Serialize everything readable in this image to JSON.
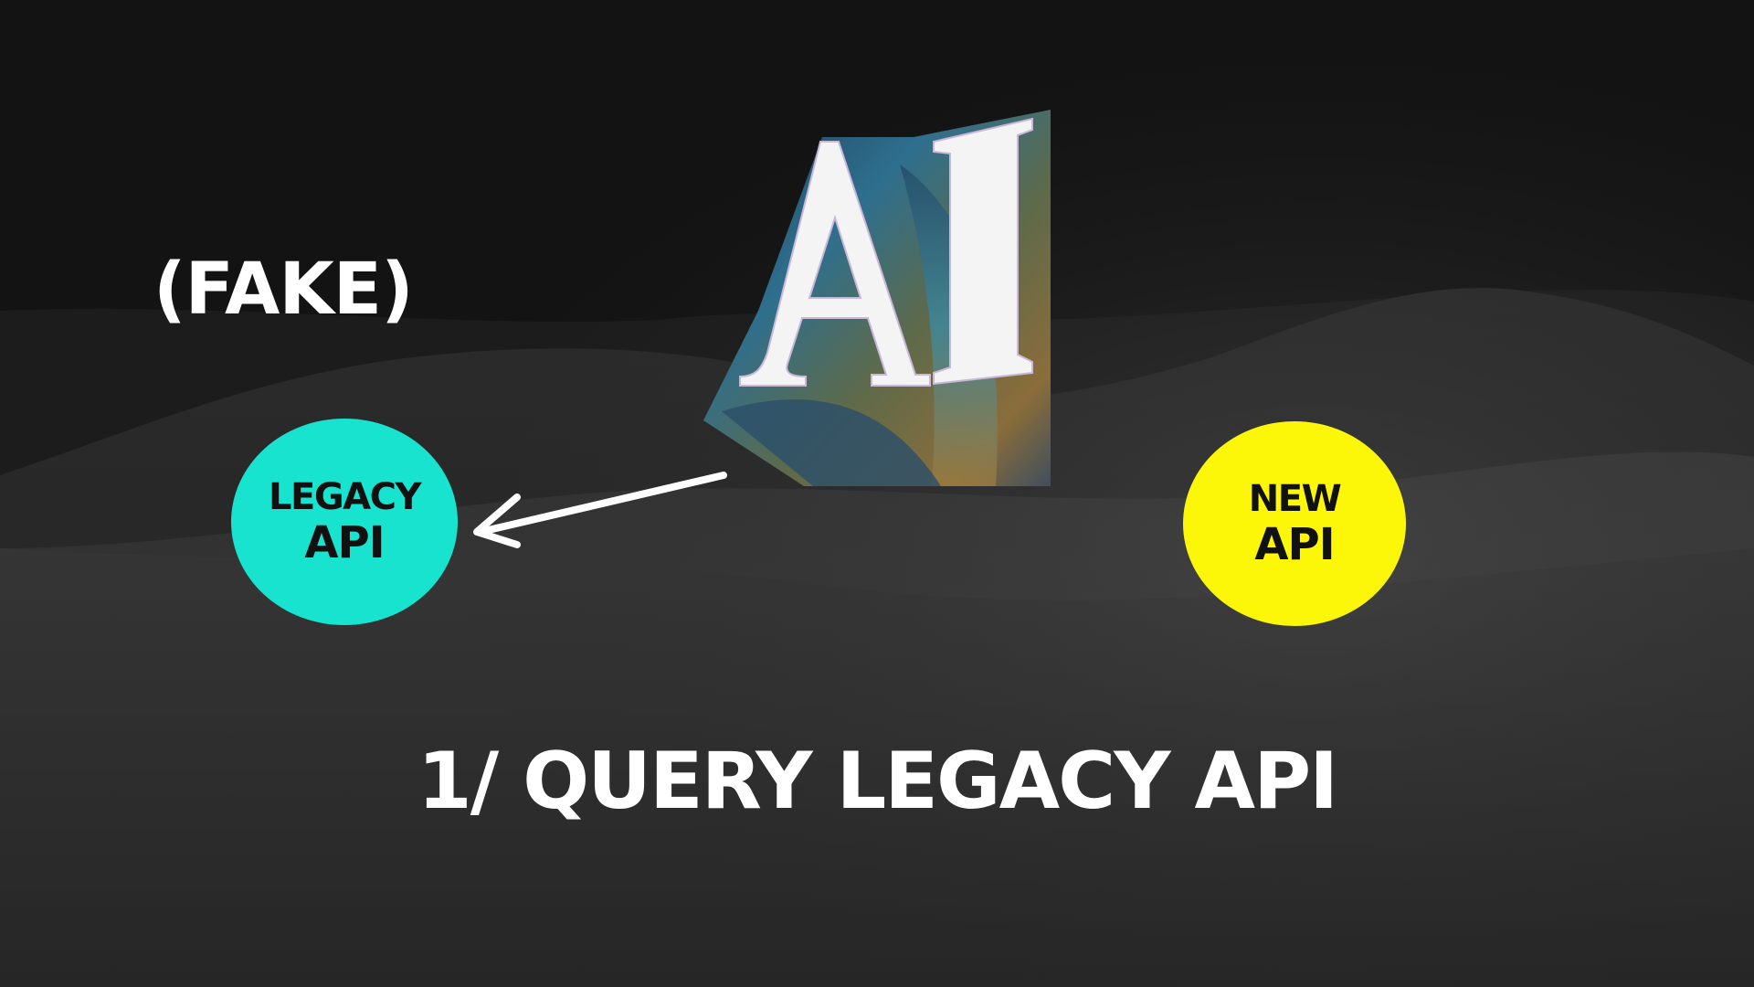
{
  "slide": {
    "tag": "(FAKE)",
    "logo_text": "AI",
    "legacy_api": {
      "line1": "LEGACY",
      "line2": "API",
      "color": "#17e3cf"
    },
    "new_api": {
      "line1": "NEW",
      "line2": "API",
      "color": "#fcf709"
    },
    "caption": "1/ QUERY LEGACY API",
    "background_color": "#141414"
  }
}
